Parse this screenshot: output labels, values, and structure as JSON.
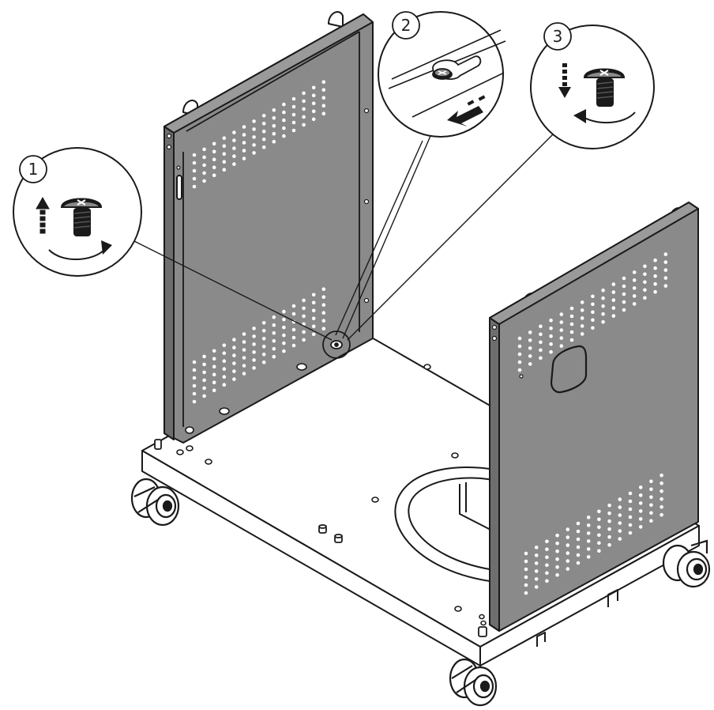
{
  "colors": {
    "panel": "#8a8a8a",
    "panel_dark": "#5c5c5c",
    "line": "#1a1a1a",
    "base": "#ffffff",
    "hole": "#ffffff"
  },
  "steps": [
    {
      "label": "1",
      "icon": "screw-removal-arrow-up-icon"
    },
    {
      "label": "2",
      "icon": "keyhole-slide-icon"
    },
    {
      "label": "3",
      "icon": "screw-insert-arrow-down-icon"
    }
  ]
}
